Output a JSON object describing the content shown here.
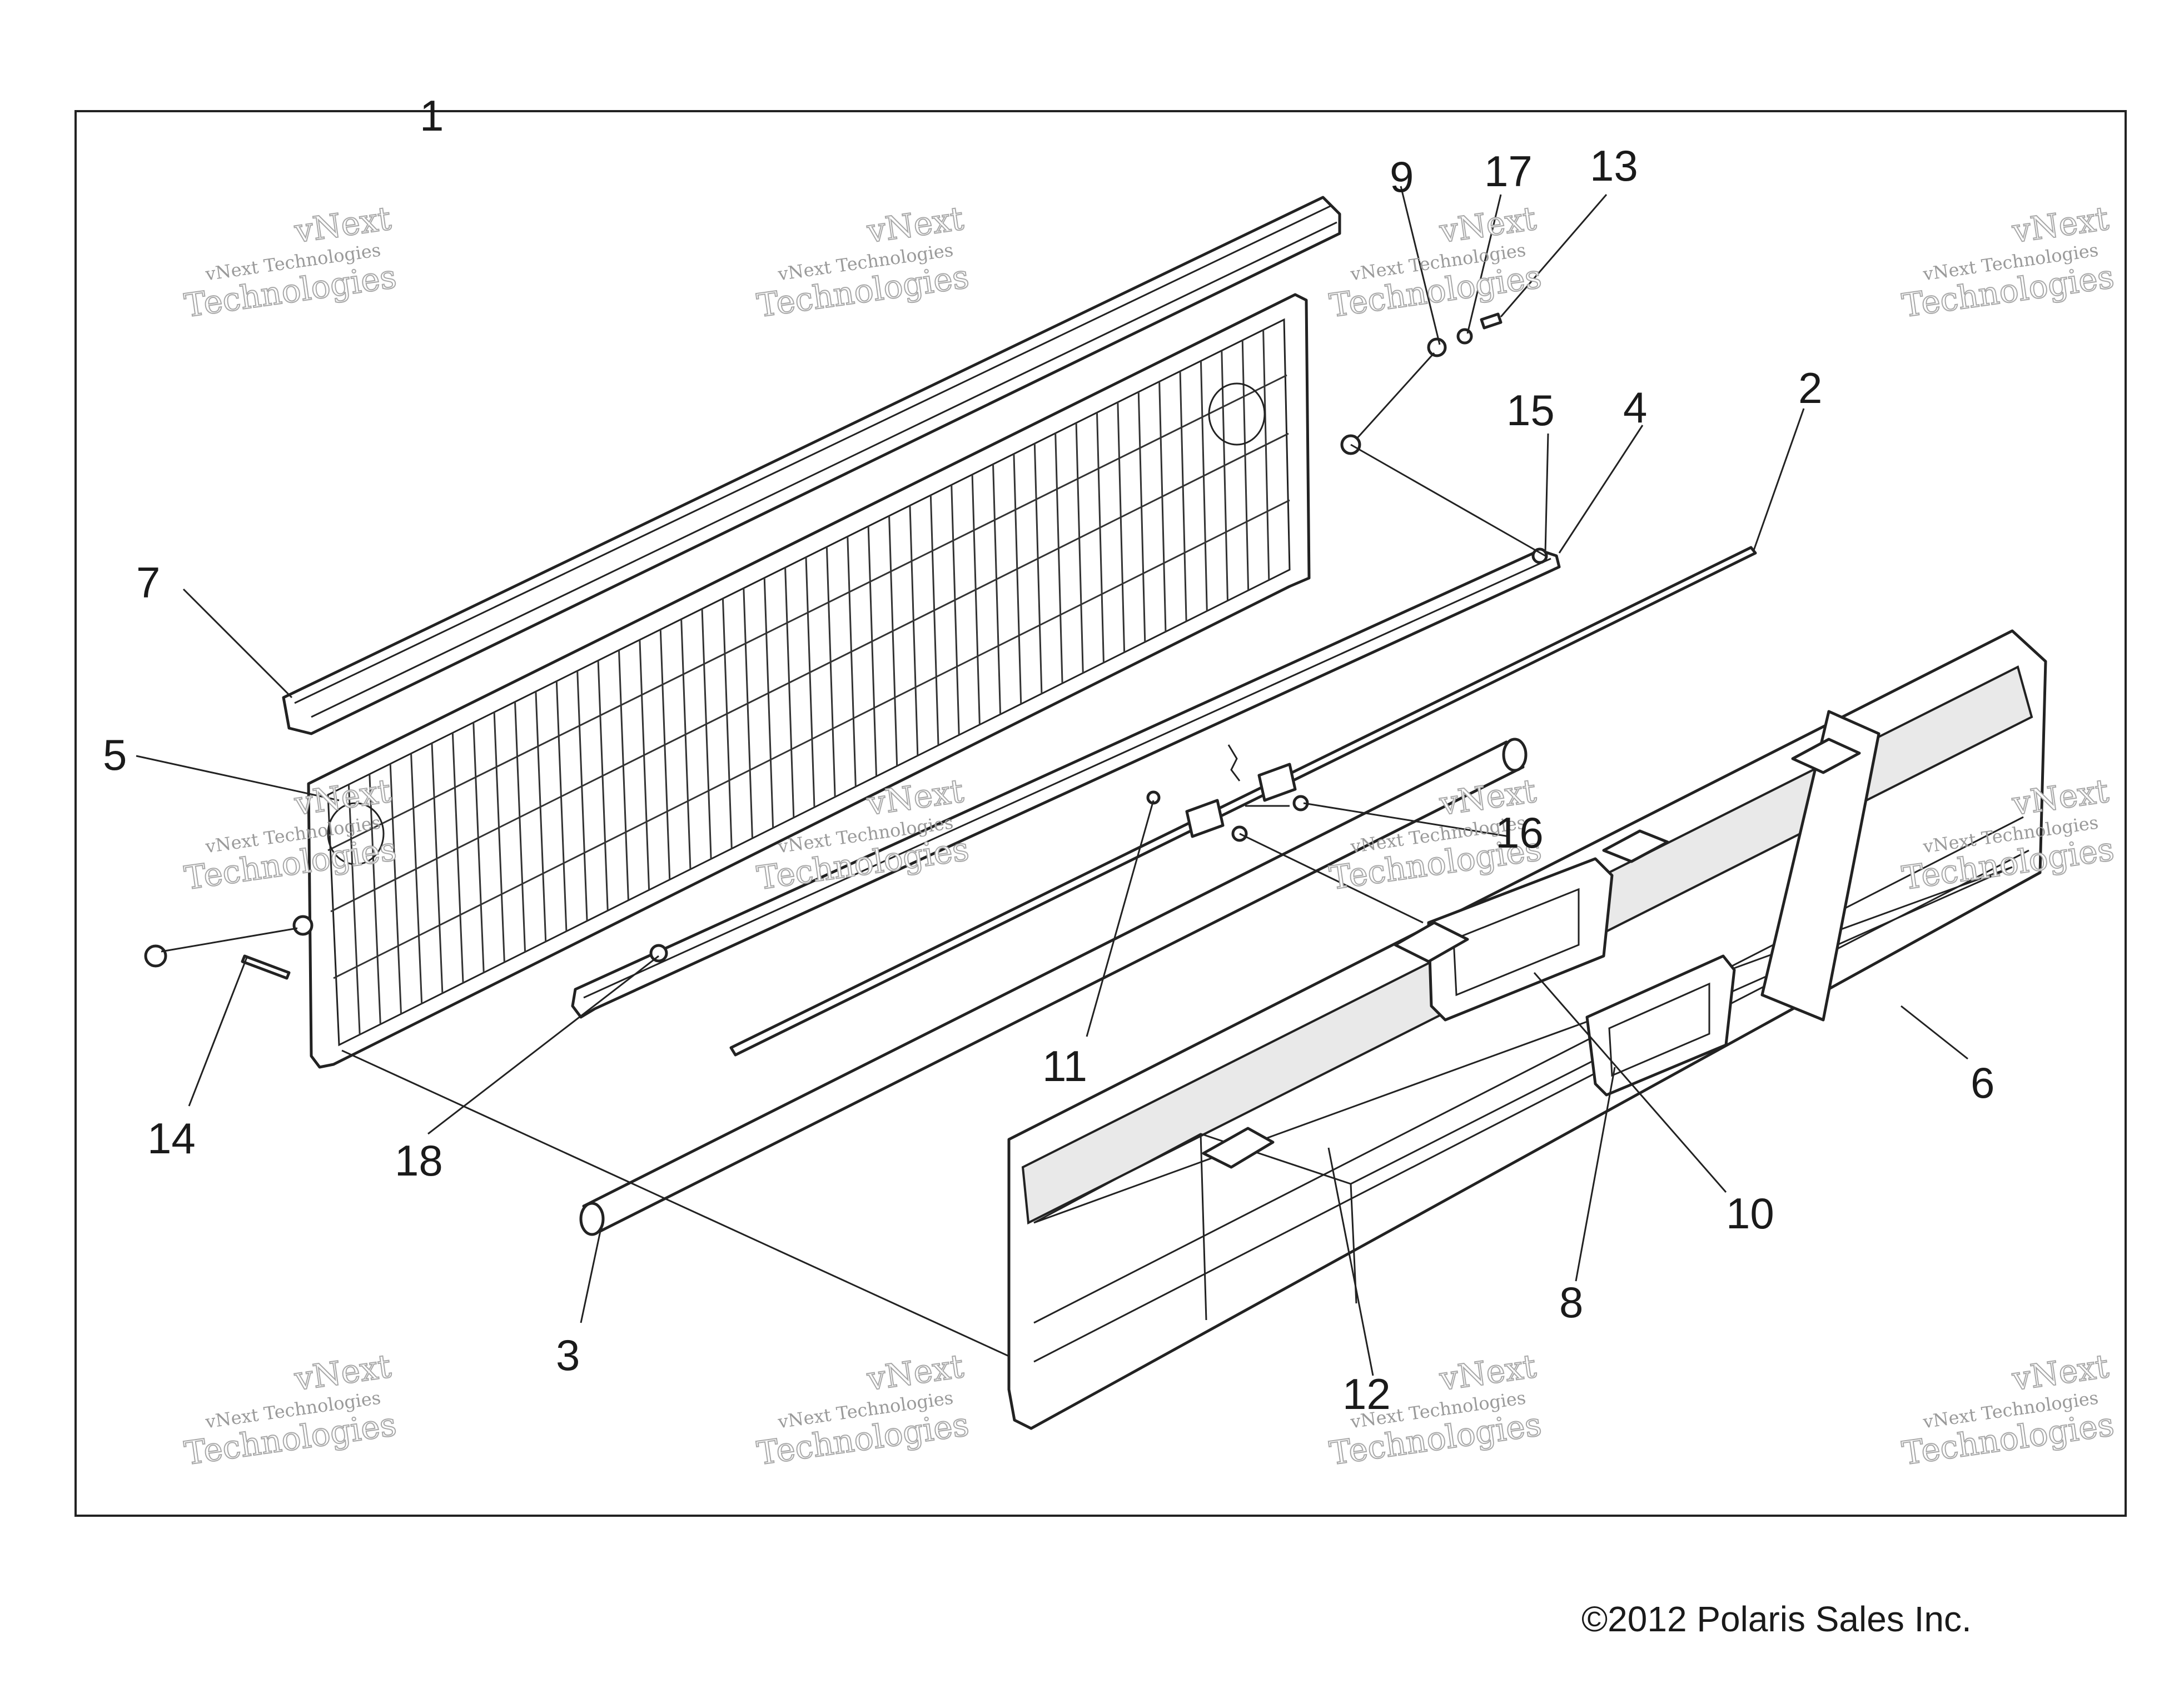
{
  "callouts": [
    {
      "id": "1",
      "text": "1"
    },
    {
      "id": "2",
      "text": "2"
    },
    {
      "id": "3",
      "text": "3"
    },
    {
      "id": "4",
      "text": "4"
    },
    {
      "id": "5",
      "text": "5"
    },
    {
      "id": "6",
      "text": "6"
    },
    {
      "id": "7",
      "text": "7"
    },
    {
      "id": "8",
      "text": "8"
    },
    {
      "id": "9",
      "text": "9"
    },
    {
      "id": "10",
      "text": "10"
    },
    {
      "id": "11",
      "text": "11"
    },
    {
      "id": "12",
      "text": "12"
    },
    {
      "id": "13",
      "text": "13"
    },
    {
      "id": "14",
      "text": "14"
    },
    {
      "id": "15",
      "text": "15"
    },
    {
      "id": "16",
      "text": "16"
    },
    {
      "id": "17",
      "text": "17"
    },
    {
      "id": "18",
      "text": "18"
    }
  ],
  "watermark": {
    "line1": "vNext",
    "line2": "vNext Technologies",
    "line3": "Technologies"
  },
  "copyright": "©2012 Polaris Sales Inc.",
  "colors": {
    "line": "#222222",
    "watermark": "#a8a8a8",
    "background": "#ffffff"
  }
}
